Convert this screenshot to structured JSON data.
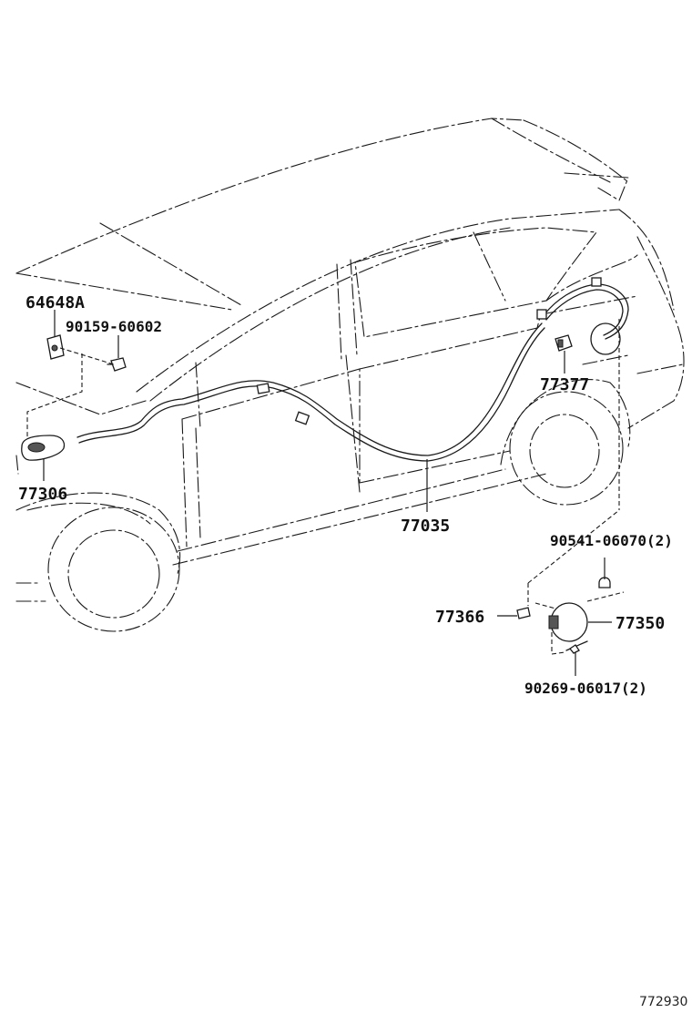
{
  "labels": {
    "p64648a": "64648A",
    "p9015960602": "90159-60602",
    "p77306": "77306",
    "p77035": "77035",
    "p77377": "77377",
    "p9054106070": "90541-06070(2)",
    "p77366": "77366",
    "p77350": "77350",
    "p9026906017": "90269-06017(2)"
  },
  "figure_ref": "772930"
}
